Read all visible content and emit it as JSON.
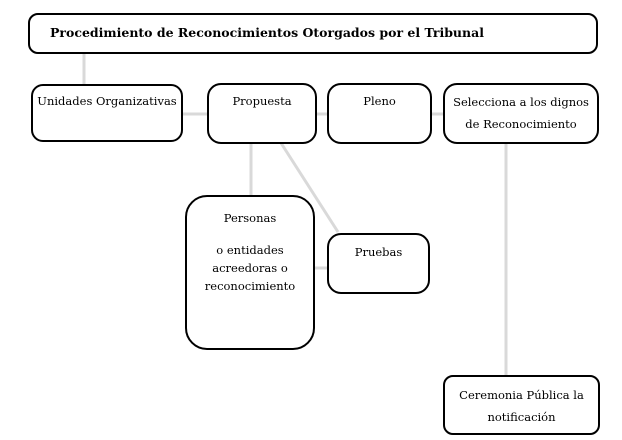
{
  "diagram": {
    "title": "Procedimiento de Reconocimientos Otorgados por el Tribunal",
    "nodes": {
      "unidades": {
        "label": "Unidades Organizativas"
      },
      "propuesta": {
        "label": "Propuesta"
      },
      "pleno": {
        "label": "Pleno"
      },
      "selecciona": {
        "lines": [
          "Selecciona a los dignos",
          "de Reconocimiento"
        ]
      },
      "personas": {
        "lines": [
          "Personas",
          "o entidades",
          "acreedoras o",
          "reconocimiento"
        ]
      },
      "pruebas": {
        "label": "Pruebas"
      },
      "ceremonia": {
        "lines": [
          "Ceremonia Pública la",
          "notificación"
        ]
      }
    },
    "edges": [
      {
        "from": "title",
        "to": "unidades"
      },
      {
        "from": "unidades",
        "to": "propuesta"
      },
      {
        "from": "propuesta",
        "to": "pleno"
      },
      {
        "from": "pleno",
        "to": "selecciona"
      },
      {
        "from": "propuesta",
        "to": "personas"
      },
      {
        "from": "propuesta",
        "to": "pruebas"
      },
      {
        "from": "personas",
        "to": "pruebas"
      },
      {
        "from": "selecciona",
        "to": "ceremonia"
      }
    ],
    "colors": {
      "node_border": "#000000",
      "node_fill": "#ffffff",
      "connector": "#d9d9d9",
      "text": "#000000",
      "background": "#ffffff"
    }
  }
}
